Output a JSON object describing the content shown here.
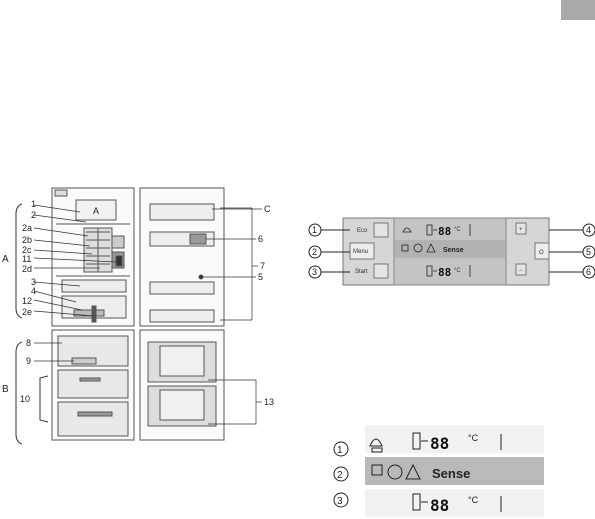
{
  "fridge": {
    "labels": {
      "A": "A",
      "B": "B",
      "C": "C",
      "n1": "1",
      "n2": "2",
      "n2a": "2a",
      "n2b": "2b",
      "n2c": "2c",
      "n11": "11",
      "n2d": "2d",
      "n3": "3",
      "n4": "4",
      "n12": "12",
      "n2e": "2e",
      "n8": "8",
      "n9": "9",
      "n10": "10",
      "n6": "6",
      "n5": "5",
      "n7": "7",
      "n13": "13",
      "lamp_A": "A"
    }
  },
  "control_panel": {
    "callouts": {
      "c1": "1",
      "c2": "2",
      "c3": "3",
      "c4": "4",
      "c5": "5",
      "c6": "6"
    },
    "buttons": {
      "eco": "Eco",
      "menu": "Menu",
      "start": "Start",
      "plus": "+",
      "power": "O",
      "minus": "−"
    },
    "display": {
      "fridge_temp": "88",
      "fridge_unit": "°C",
      "sense": "Sense",
      "freezer_temp": "88",
      "freezer_unit": "°C"
    }
  },
  "legend": {
    "r1": "1",
    "r2": "2",
    "r3": "3",
    "fridge_temp": "88",
    "fridge_unit": "°C",
    "sense": "Sense",
    "freezer_temp": "88",
    "freezer_unit": "°C"
  }
}
